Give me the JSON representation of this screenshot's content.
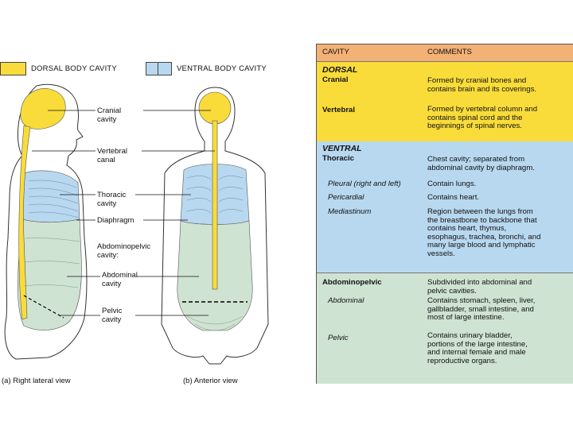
{
  "colors": {
    "dorsal": "#f9dc3a",
    "ventral": "#b8d8f0",
    "abdominopelvic": "#cfe3d3",
    "table_header": "#f4b176"
  },
  "legend": {
    "dorsal_label": "DORSAL BODY CAVITY",
    "ventral_label": "VENTRAL BODY CAVITY"
  },
  "labels": {
    "cranial": "Cranial\ncavity",
    "vertebral": "Vertebral\ncanal",
    "thoracic": "Thoracic\ncavity",
    "diaphragm": "Diaphragm",
    "abdominopelvic": "Abdominopelvic\ncavity:",
    "abdominal": "Abdominal\ncavity",
    "pelvic": "Pelvic\ncavity"
  },
  "captions": {
    "lateral": "(a) Right lateral view",
    "anterior": "(b) Anterior view"
  },
  "table": {
    "header": {
      "cavity": "CAVITY",
      "comments": "COMMENTS"
    },
    "dorsal": {
      "heading": "DORSAL",
      "cranial": {
        "name": "Cranial",
        "comment": "Formed by cranial bones and\ncontains brain and its coverings."
      },
      "vertebral": {
        "name": "Vertebral",
        "comment": "Formed by vertebral column and\ncontains spinal cord and the\nbeginnings of spinal nerves."
      }
    },
    "ventral": {
      "heading": "VENTRAL",
      "thoracic": {
        "name": "Thoracic",
        "comment": "Chest cavity; separated from\nabdominal cavity by diaphragm."
      },
      "pleural": {
        "name": "Pleural (right and left)",
        "comment": "Contain lungs."
      },
      "pericardial": {
        "name": "Pericardial",
        "comment": "Contains heart."
      },
      "mediastinum": {
        "name": "Mediastinum",
        "comment": "Region between the lungs from\nthe breastbone to backbone that\ncontains heart, thymus,\nesophagus, trachea, bronchi, and\nmany large blood and lymphatic\nvessels."
      }
    },
    "abdominopelvic": {
      "name": "Abdominopelvic",
      "comment": "Subdivided into abdominal and\npelvic cavities.",
      "abdominal": {
        "name": "Abdominal",
        "comment": "Contains stomach, spleen, liver,\ngallbladder, small intestine, and\nmost of large intestine."
      },
      "pelvic": {
        "name": "Pelvic",
        "comment": "Contains urinary bladder,\nportions of the large intestine,\nand internal female and male\nreproductive organs."
      }
    }
  }
}
